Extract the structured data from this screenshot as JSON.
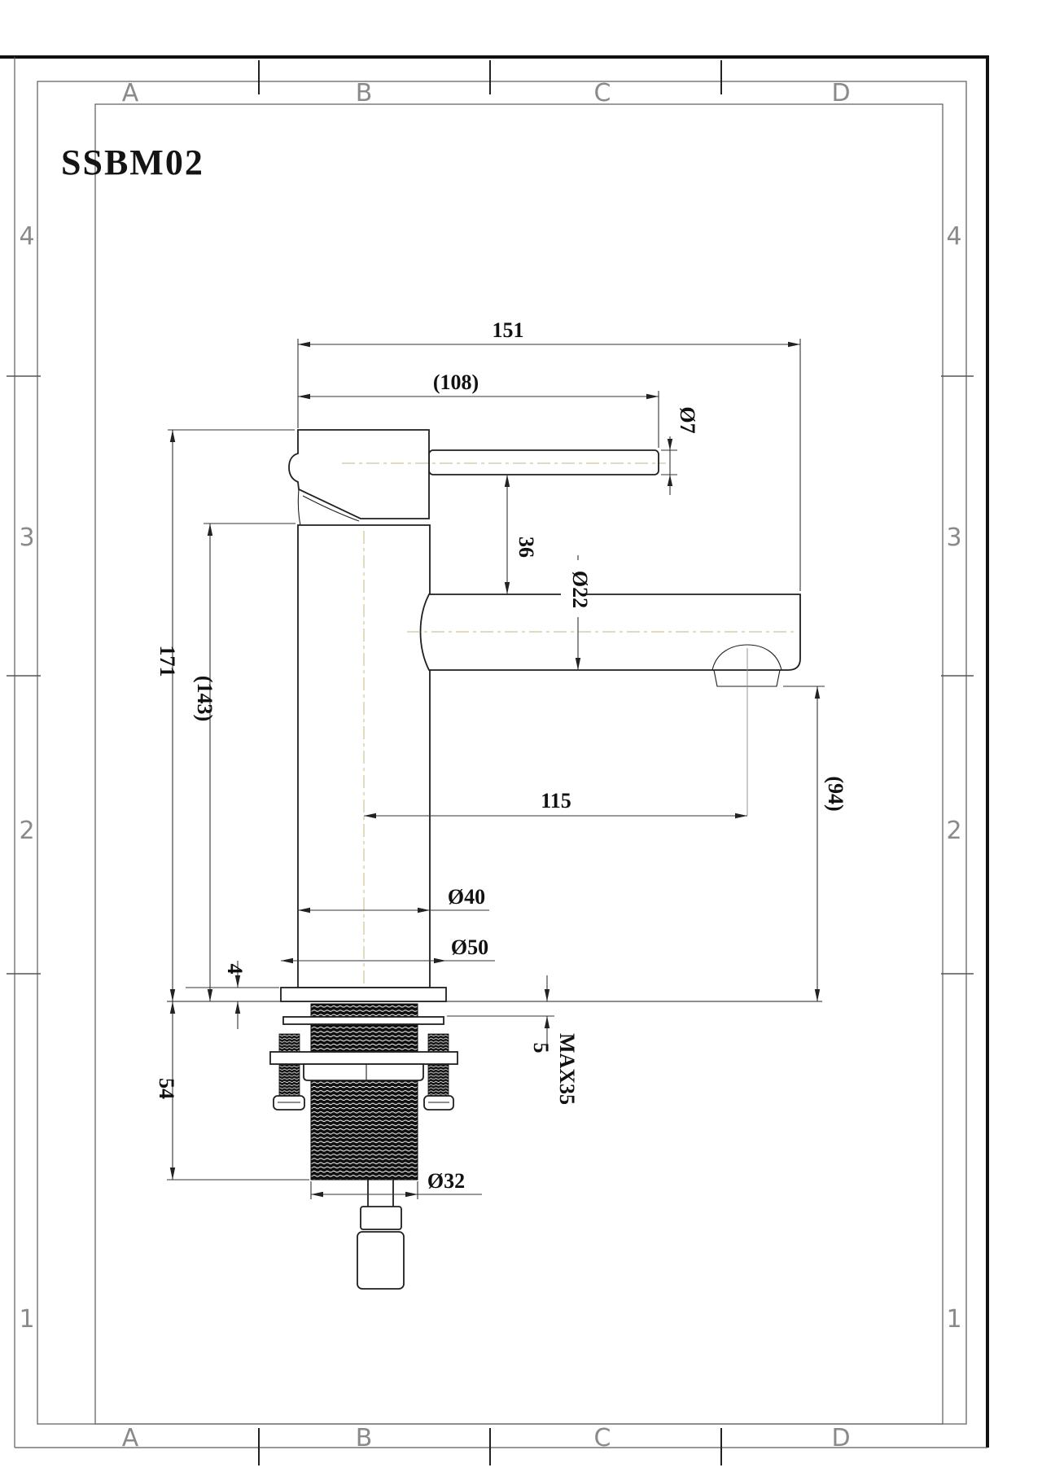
{
  "title": "SSBM02",
  "grid": {
    "cols": [
      "A",
      "B",
      "C",
      "D"
    ],
    "rows": [
      "4",
      "3",
      "2",
      "1"
    ]
  },
  "dims": {
    "total_length": "151",
    "handle_length": "(108)",
    "handle_dia": "Ø7",
    "handle_to_spout": "36",
    "spout_dia": "Ø22",
    "spout_reach": "115",
    "outlet_height": "(94)",
    "total_height": "171",
    "body_height": "(143)",
    "plate_thickness": "4",
    "shank_length": "54",
    "body_dia": "Ø40",
    "base_dia": "Ø50",
    "washer_gap": "5",
    "max_counter": "MAX35",
    "thread_dia": "Ø32"
  }
}
